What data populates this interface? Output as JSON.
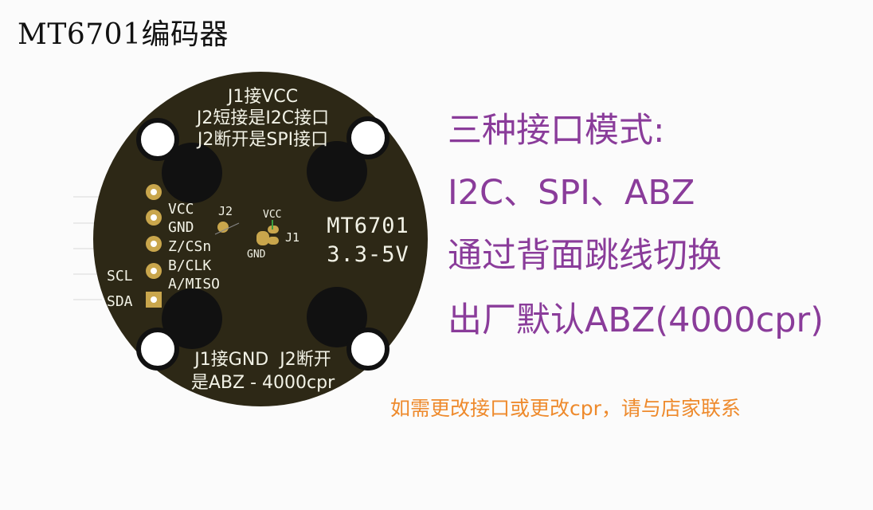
{
  "title": "MT6701编码器",
  "colors": {
    "background": "#fbfbfb",
    "board": "#2d2816",
    "pad_gold": "#c9a64c",
    "silkscreen": "#f2f2e6",
    "feature_text": "#8a3c9a",
    "note_text": "#ee8a2c"
  },
  "board": {
    "top_text": [
      "J1接VCC",
      "J2短接是I2C接口",
      "J2断开是SPI接口"
    ],
    "bottom_text": [
      "J1接GND  J2断开",
      "是ABZ - 4000cpr"
    ],
    "model": "MT6701",
    "voltage": "3.3-5V",
    "pins": [
      "VCC",
      "GND",
      "Z/CSn",
      "B/CLK",
      "A/MISO"
    ],
    "left_labels": [
      "SCL",
      "SDA"
    ],
    "jumper_labels": {
      "j2": "J2",
      "j1": "J1",
      "vcc": "VCC",
      "gnd": "GND"
    }
  },
  "features": [
    "三种接口模式:",
    "I2C、SPI、ABZ",
    "通过背面跳线切换",
    "出厂默认ABZ(4000cpr)"
  ],
  "note": "如需更改接口或更改cpr，请与店家联系"
}
